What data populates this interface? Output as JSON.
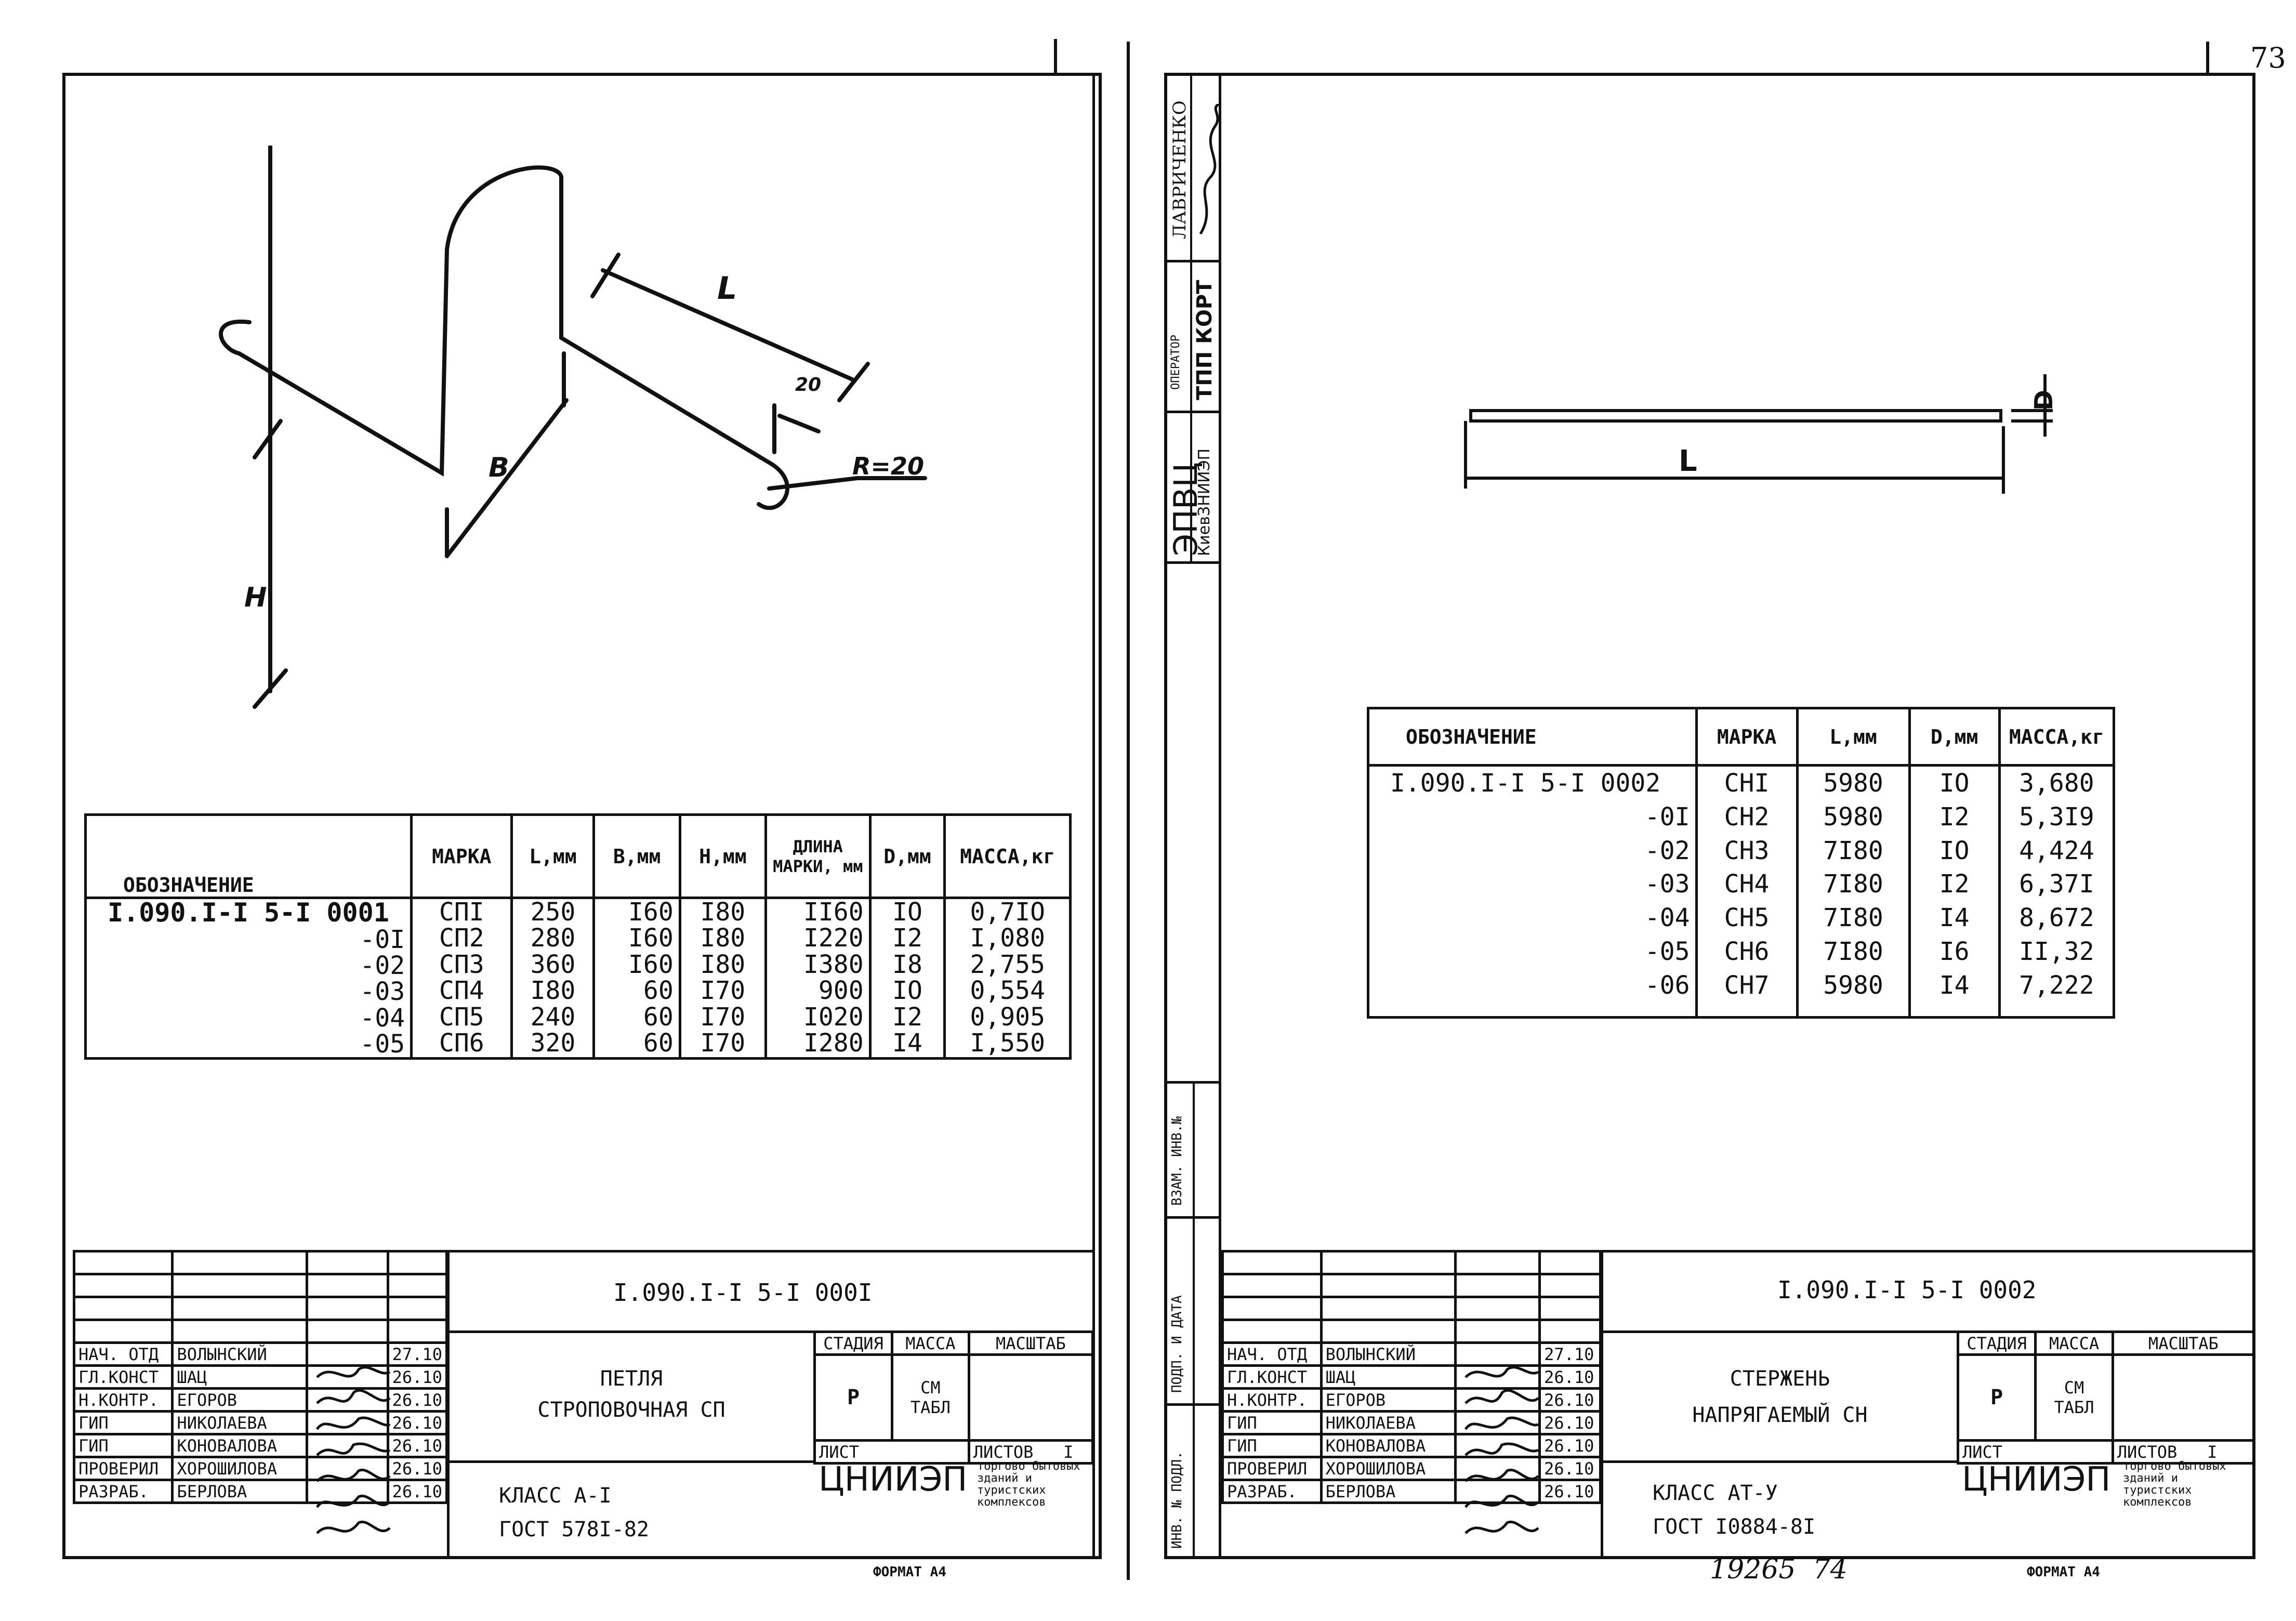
{
  "page_number": "73",
  "left_sheet": {
    "drawing_labels": {
      "L": "L",
      "B": "B",
      "H": "H",
      "d20": "20",
      "radius": "R=20"
    },
    "table": {
      "headers": [
        "ОБОЗНАЧЕНИЕ",
        "МАРКА",
        "L,мм",
        "B,мм",
        "H,мм",
        "ДЛИНА МАРКИ, мм",
        "D,мм",
        "МАССА,кг"
      ],
      "rows": [
        [
          "I.090.I-I 5-I 0001",
          "СПI",
          "250",
          "I60",
          "I80",
          "II60",
          "IO",
          "0,7IO"
        ],
        [
          "-0I",
          "СП2",
          "280",
          "I60",
          "I80",
          "I220",
          "I2",
          "I,080"
        ],
        [
          "-02",
          "СП3",
          "360",
          "I60",
          "I80",
          "I380",
          "I8",
          "2,755"
        ],
        [
          "-03",
          "СП4",
          "I80",
          "60",
          "I70",
          "900",
          "IO",
          "0,554"
        ],
        [
          "-04",
          "СП5",
          "240",
          "60",
          "I70",
          "I020",
          "I2",
          "0,905"
        ],
        [
          "-05",
          "СП6",
          "320",
          "60",
          "I70",
          "I280",
          "I4",
          "I,550"
        ]
      ]
    },
    "stamp": {
      "doc_code": "I.090.I-I 5-I 000I",
      "title_line1": "ПЕТЛЯ",
      "title_line2": "СТРОПОВОЧНАЯ СП",
      "class_line": "КЛАСС А-I",
      "gost_line": "ГОСТ 578I-82",
      "stage_header": "СТАДИЯ",
      "mass_header": "МАССА",
      "scale_header": "МАСШТАБ",
      "stage": "Р",
      "mass": "СМ ТАБЛ",
      "sheet_label": "ЛИСТ",
      "sheets_label": "ЛИСТОВ",
      "sheets_value": "I",
      "org": "ЦНИИЭП",
      "org_sub": "торгово бытовых зданий и туристских комплексов",
      "people": [
        {
          "role": "НАЧ. ОТД",
          "name": "ВОЛЫНСКИЙ",
          "date": "27.10"
        },
        {
          "role": "ГЛ.КОНСТ",
          "name": "ШАЦ",
          "date": "26.10"
        },
        {
          "role": "Н.КОНТР.",
          "name": "ЕГОРОВ",
          "date": "26.10"
        },
        {
          "role": "ГИП",
          "name": "НИКОЛАЕВА",
          "date": "26.10"
        },
        {
          "role": "ГИП",
          "name": "КОНОВАЛОВА",
          "date": "26.10"
        },
        {
          "role": "ПРОВЕРИЛ",
          "name": "ХОРОШИЛОВА",
          "date": "26.10"
        },
        {
          "role": "РАЗРАБ.",
          "name": "БЕРЛОВА",
          "date": "26.10"
        }
      ]
    },
    "format": "ФОРМАТ А4"
  },
  "right_sheet": {
    "side_labels": {
      "top_name": "ЛАВРИЧЕНКО",
      "operator": "ОПЕРАТОР",
      "tpp": "ТПП КОРТ",
      "epvc": "ЭПВЦ",
      "kiev": "КиевЗНИИЭП",
      "vzam": "ВЗАМ. ИНВ.№",
      "podp": "ПОДП. И ДАТА",
      "inv": "ИНВ. № ПОДЛ."
    },
    "drawing_labels": {
      "L": "L",
      "D": "D"
    },
    "table": {
      "headers": [
        "ОБОЗНАЧЕНИЕ",
        "МАРКА",
        "L,мм",
        "D,мм",
        "МАССА,кг"
      ],
      "rows": [
        [
          "I.090.I-I 5-I 0002",
          "СНI",
          "5980",
          "IO",
          "3,680"
        ],
        [
          "-0I",
          "СН2",
          "5980",
          "I2",
          "5,3I9"
        ],
        [
          "-02",
          "СН3",
          "7I80",
          "IO",
          "4,424"
        ],
        [
          "-03",
          "СН4",
          "7I80",
          "I2",
          "6,37I"
        ],
        [
          "-04",
          "СН5",
          "7I80",
          "I4",
          "8,672"
        ],
        [
          "-05",
          "СН6",
          "7I80",
          "I6",
          "II,32"
        ],
        [
          "-06",
          "СН7",
          "5980",
          "I4",
          "7,222"
        ]
      ]
    },
    "stamp": {
      "doc_code": "I.090.I-I 5-I 0002",
      "title_line1": "СТЕРЖЕНЬ",
      "title_line2": "НАПРЯГАЕМЫЙ СН",
      "class_line": "КЛАСС АТ-У",
      "gost_line": "ГОСТ I0884-8I",
      "stage_header": "СТАДИЯ",
      "mass_header": "МАССА",
      "scale_header": "МАСШТАБ",
      "stage": "Р",
      "mass": "СМ ТАБЛ",
      "sheet_label": "ЛИСТ",
      "sheets_label": "ЛИСТОВ",
      "sheets_value": "I",
      "org": "ЦНИИЭП",
      "org_sub": "торгово бытовых зданий и туристских комплексов",
      "people": [
        {
          "role": "НАЧ. ОТД",
          "name": "ВОЛЫНСКИЙ",
          "date": "27.10"
        },
        {
          "role": "ГЛ.КОНСТ",
          "name": "ШАЦ",
          "date": "26.10"
        },
        {
          "role": "Н.КОНТР.",
          "name": "ЕГОРОВ",
          "date": "26.10"
        },
        {
          "role": "ГИП",
          "name": "НИКОЛАЕВА",
          "date": "26.10"
        },
        {
          "role": "ГИП",
          "name": "КОНОВАЛОВА",
          "date": "26.10"
        },
        {
          "role": "ПРОВЕРИЛ",
          "name": "ХОРОШИЛОВА",
          "date": "26.10"
        },
        {
          "role": "РАЗРАБ.",
          "name": "БЕРЛОВА",
          "date": "26.10"
        }
      ]
    },
    "handwritten_bottom": "19265  74",
    "format": "ФОРМАТ А4"
  }
}
